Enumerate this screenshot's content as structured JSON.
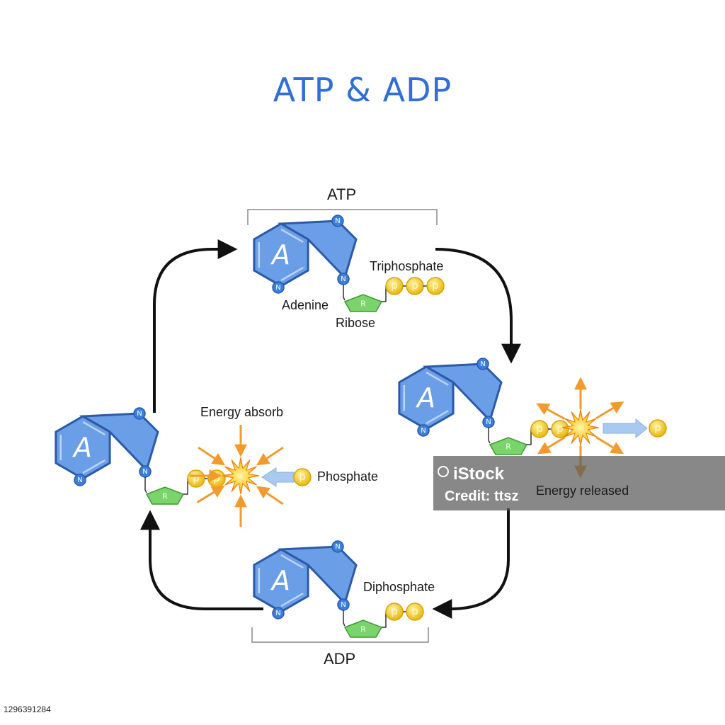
{
  "title": "ATP & ADP",
  "labels": {
    "atp": "ATP",
    "adp": "ADP",
    "triphosphate": "Triphosphate",
    "diphosphate": "Diphosphate",
    "adenine": "Adenine",
    "ribose": "Ribose",
    "energy_absorb": "Energy absorb",
    "energy_released": "Energy released",
    "phosphate": "Phosphate"
  },
  "glyphs": {
    "adenine_letter": "A",
    "nitrogen": "N",
    "ribose_letter": "R",
    "phosphate_letter": "p"
  },
  "watermark": {
    "line1": "iStock",
    "line2": "Credit: ttsz"
  },
  "stock_id": "1296391284",
  "colors": {
    "title": "#2f6fd6",
    "adenine_ring": "#6a9ee6",
    "ring_stroke": "#2a5aa8",
    "nitrogen": "#3b7fe0",
    "ribose": "#7ad36b",
    "phosphate": "#f2c81c",
    "energy_arrow": "#f39a2e",
    "transfer_arrow": "#a9c9ef"
  }
}
